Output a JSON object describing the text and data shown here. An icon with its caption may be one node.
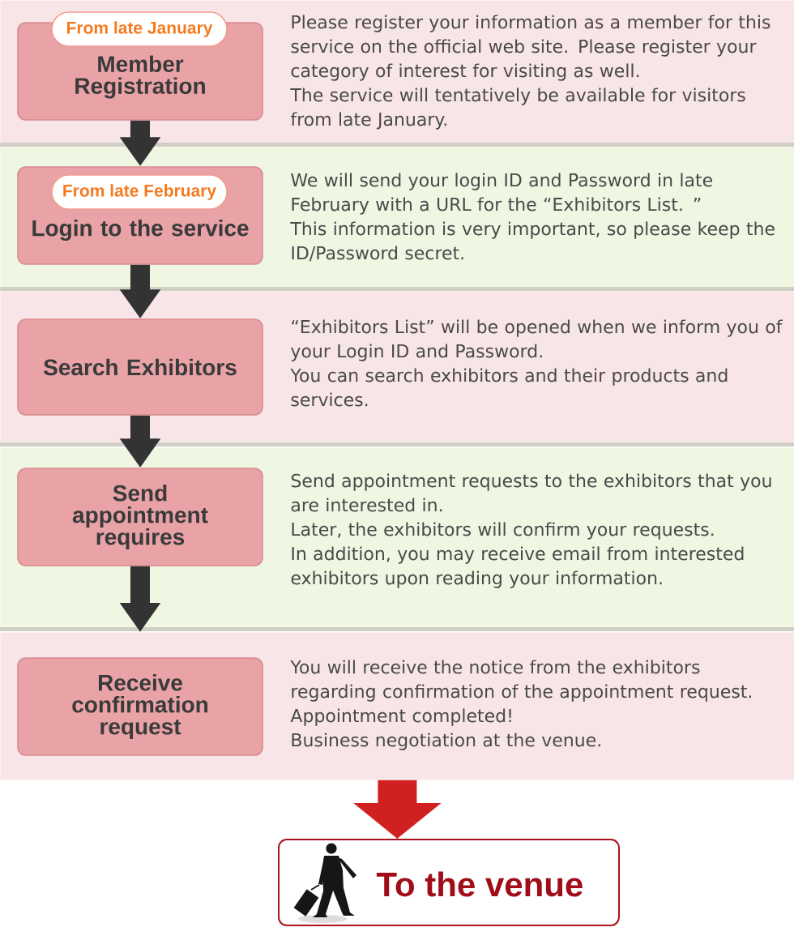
{
  "diagram": {
    "nodes": [
      {
        "text": [
          "Please register your information as a member for this service on the official web site. Please register your category of interest for visiting as well.",
          "The service will tentatively be available for visitors from late January."
        ]
      },
      {
        "text": [
          "From late January"
        ],
        "in": 0
      },
      {
        "text": [
          "Member Registration"
        ],
        "in": 0
      },
      {
        "text": [
          "We will send your login ID and Password in late February with a URL for the “Exhibitors List. ”",
          "This information is very important, so please keep the ID/Password secret."
        ]
      },
      {
        "text": [
          "Login to the service"
        ],
        "in": 3
      },
      {
        "text": [
          "From late February"
        ],
        "in": 4
      },
      {
        "text": [
          "“Exhibitors List” will be opened when we inform you of your Login ID and Password.",
          "You can search exhibitors and their products and services."
        ]
      },
      {
        "text": [
          "Search Exhibitors"
        ],
        "in": 6
      },
      {
        "text": [
          "Send appointment requests to the exhibitors that you are interested in.",
          "Later, the exhibitors will confirm your requests.",
          "In addition, you may receive email from interested exhibitors upon reading your information."
        ]
      },
      {
        "text": [
          "Send appointment requires"
        ],
        "in": 8
      },
      {
        "text": [
          "You will receive the notice from the exhibitors regarding confirmation of the appointment request.",
          "Appointment completed!",
          "Business negotiation at the venue."
        ]
      },
      {
        "text": [
          "Receive confirmation request"
        ],
        "in": 10
      },
      {
        "text": [
          "To the venue"
        ]
      }
    ],
    "edges": [
      {
        "from": 2,
        "to": 4,
        "arrow": "to"
      },
      {
        "from": 4,
        "to": 7,
        "arrow": "to"
      },
      {
        "from": 7,
        "to": 9,
        "arrow": "to"
      },
      {
        "from": 9,
        "to": 10,
        "arrow": "to"
      },
      {
        "from": 10,
        "to": 12,
        "arrow": "to",
        "style": "thick",
        "color": "#d0201f"
      }
    ]
  }
}
